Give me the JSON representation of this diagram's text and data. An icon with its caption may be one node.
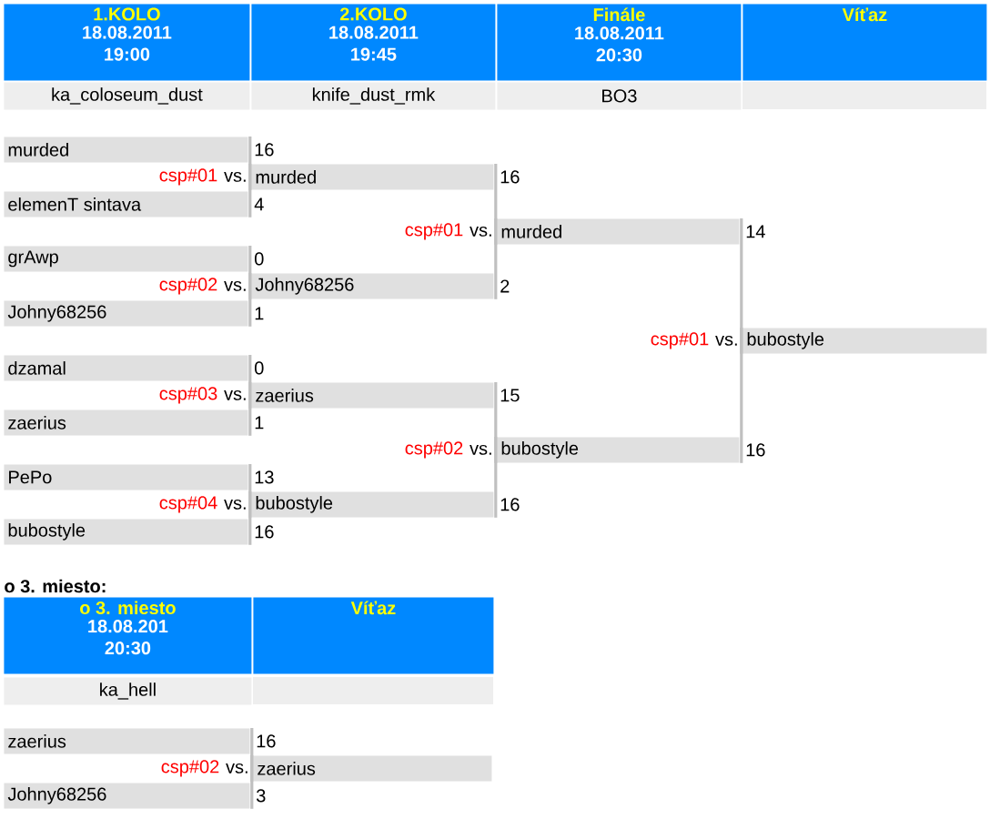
{
  "diagram": {
    "nodes": [
      {
        "text": [
          "1.KOLO",
          "18.08.2011 19:00"
        ]
      },
      {
        "text": [
          "2.KOLO",
          "18.08.2011 19:45"
        ]
      },
      {
        "text": [
          "Finále",
          "18.08.2011 20:30"
        ]
      },
      {
        "text": [
          "Víťaz"
        ]
      },
      {
        "text": [
          "murded"
        ],
        "beside": [
          "16"
        ]
      },
      {
        "text": [
          "murded"
        ],
        "beside": [
          "csp#01",
          "vs.",
          "16"
        ]
      },
      {
        "text": [
          "elemenT sintava"
        ],
        "beside": [
          "4"
        ]
      },
      {
        "text": [
          "murded"
        ],
        "beside": [
          "csp#01",
          "vs.",
          "14"
        ]
      },
      {
        "text": [
          "grAwp"
        ],
        "beside": [
          "0"
        ]
      },
      {
        "text": [
          "Johny68256"
        ],
        "beside": [
          "csp#02",
          "vs.",
          "2"
        ]
      },
      {
        "text": [
          "Johny68256"
        ],
        "beside": [
          "1"
        ]
      },
      {
        "text": [
          "bubostyle"
        ],
        "beside": [
          "csp#01",
          "vs."
        ]
      },
      {
        "text": [
          "dzamal"
        ],
        "beside": [
          "0"
        ]
      },
      {
        "text": [
          "zaerius"
        ],
        "beside": [
          "csp#03",
          "vs.",
          "15"
        ]
      },
      {
        "text": [
          "zaerius"
        ],
        "beside": [
          "1"
        ]
      },
      {
        "text": [
          "bubostyle"
        ],
        "beside": [
          "csp#02",
          "vs.",
          "16"
        ]
      },
      {
        "text": [
          "PePo"
        ],
        "beside": [
          "13"
        ]
      },
      {
        "text": [
          "bubostyle"
        ],
        "beside": [
          "csp#04",
          "vs.",
          "16"
        ]
      },
      {
        "text": [
          "bubostyle"
        ],
        "beside": [
          "16"
        ]
      },
      {
        "text": [
          "o 3. miesto",
          "18.08.201 20:30"
        ]
      },
      {
        "text": [
          "Víťaz"
        ]
      },
      {
        "text": [
          "zaerius"
        ],
        "beside": [
          "16"
        ]
      },
      {
        "text": [
          "zaerius"
        ],
        "beside": [
          "csp#02",
          "vs."
        ]
      },
      {
        "text": [
          "Johny68256"
        ],
        "beside": [
          "3"
        ]
      }
    ],
    "edges": [
      {
        "from": 4,
        "to": 5,
        "arrow": "none"
      },
      {
        "from": 6,
        "to": 5,
        "arrow": "none"
      },
      {
        "from": 8,
        "to": 9,
        "arrow": "none"
      },
      {
        "from": 10,
        "to": 9,
        "arrow": "none"
      },
      {
        "from": 12,
        "to": 13,
        "arrow": "none"
      },
      {
        "from": 14,
        "to": 13,
        "arrow": "none"
      },
      {
        "from": 16,
        "to": 17,
        "arrow": "none"
      },
      {
        "from": 18,
        "to": 17,
        "arrow": "none"
      },
      {
        "from": 5,
        "to": 7,
        "arrow": "none"
      },
      {
        "from": 9,
        "to": 7,
        "arrow": "none"
      },
      {
        "from": 13,
        "to": 15,
        "arrow": "none"
      },
      {
        "from": 17,
        "to": 15,
        "arrow": "none"
      },
      {
        "from": 7,
        "to": 11,
        "arrow": "none"
      },
      {
        "from": 15,
        "to": 11,
        "arrow": "none"
      },
      {
        "from": 21,
        "to": 22,
        "arrow": "none"
      },
      {
        "from": 23,
        "to": 22,
        "arrow": "none"
      }
    ],
    "labels": [
      "ka_coloseum_dust",
      "knife_dust_rmk",
      "BO3",
      "o 3. miesto:",
      "ka_hell"
    ]
  }
}
